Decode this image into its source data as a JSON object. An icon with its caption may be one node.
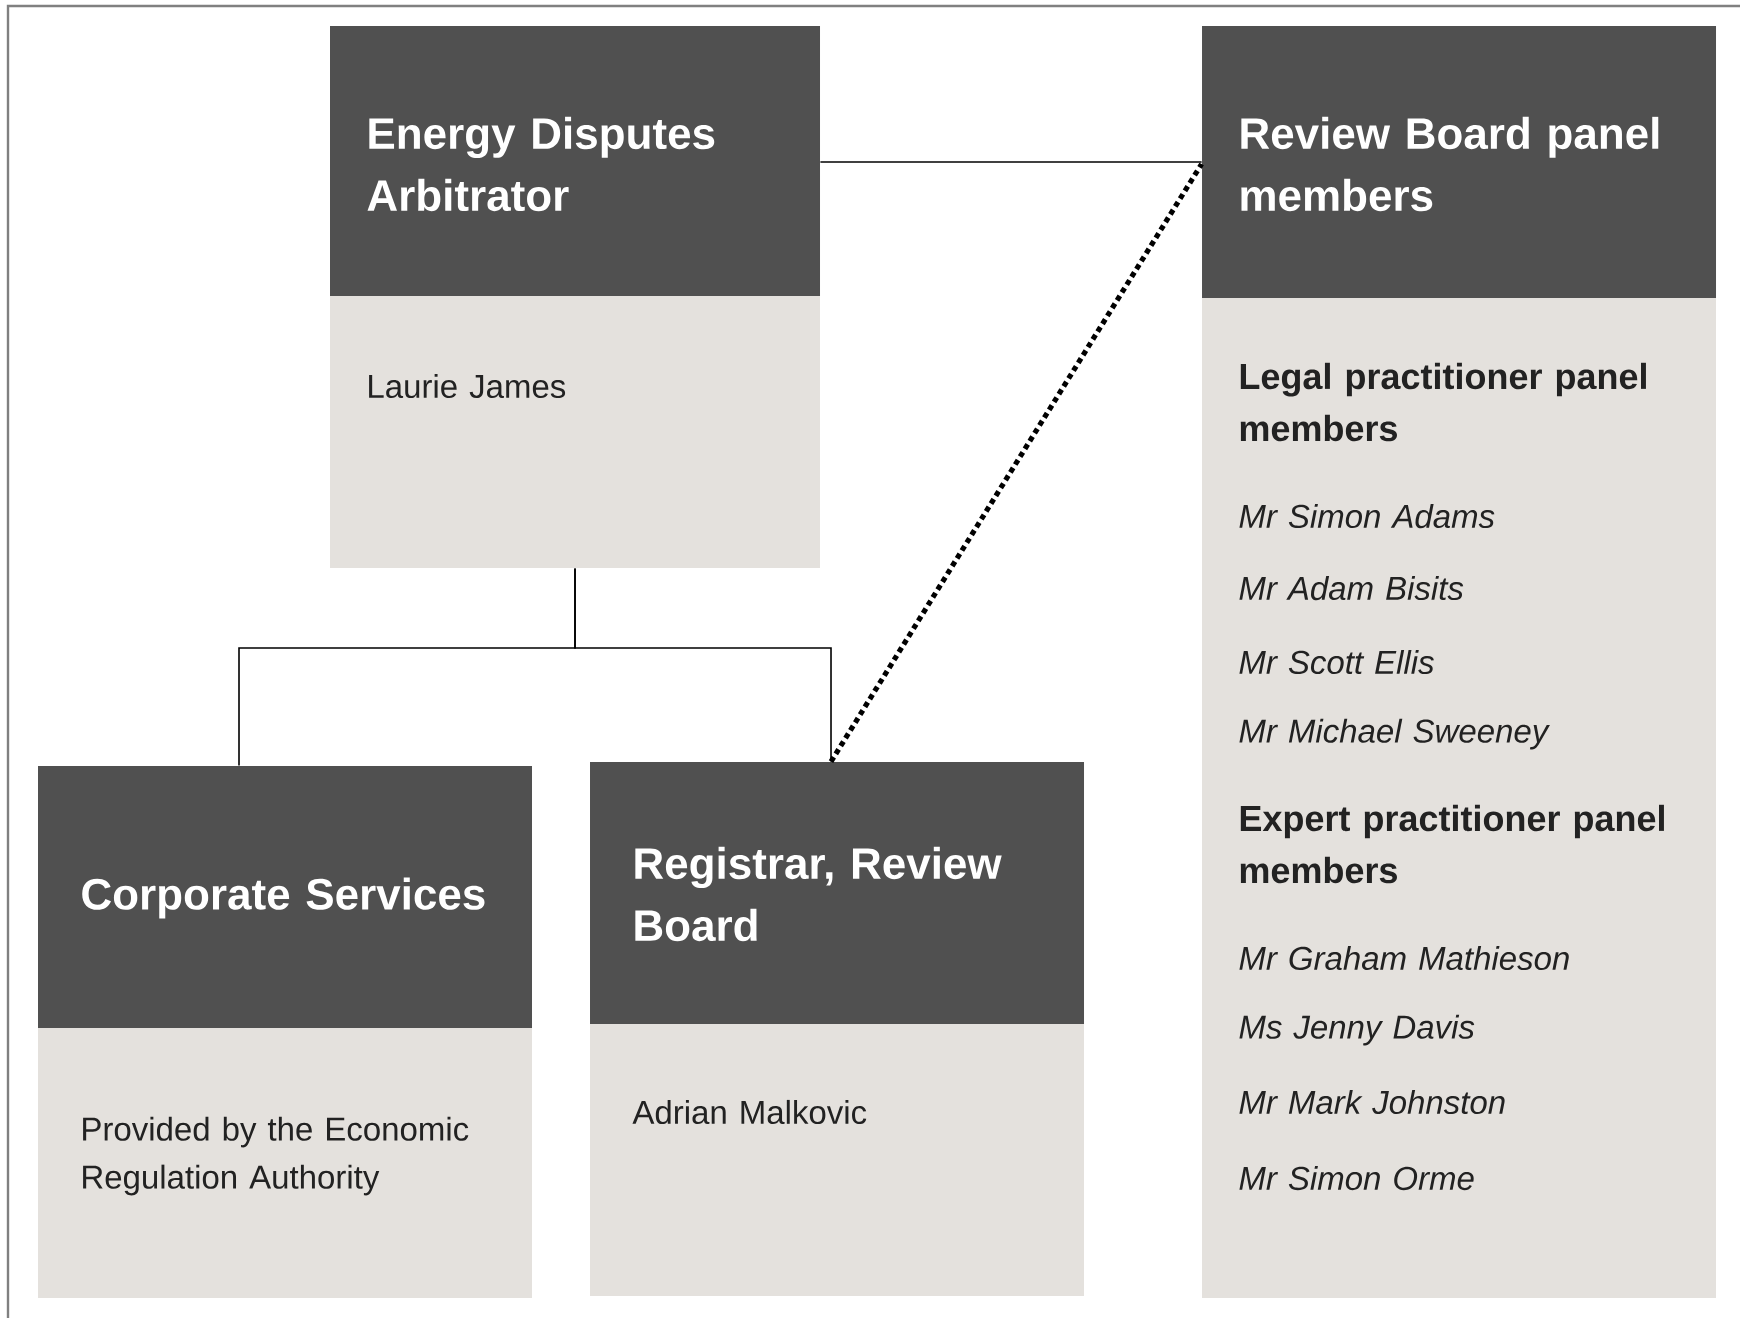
{
  "diagram": {
    "nodes": [
      {
        "text": [
          "Energy Disputes Arbitrator",
          "Laurie James"
        ]
      },
      {
        "text": [
          "Review Board panel members",
          "Legal practitioner panel members",
          "Mr Simon Adams",
          "Mr Adam Bisits",
          "Mr Scott Ellis",
          "Mr Michael Sweeney",
          "Expert practitioner panel members",
          "Mr Graham Mathieson",
          "Ms Jenny Davis",
          "Mr Mark Johnston",
          "Mr Simon Orme"
        ]
      },
      {
        "text": [
          "Corporate Services",
          "Provided by the Economic Regulation Authority"
        ]
      },
      {
        "text": [
          "Registrar, Review Board",
          "Adrian Malkovic"
        ]
      }
    ],
    "edges": [
      {
        "from": 0,
        "to": 1,
        "arrow": "none"
      },
      {
        "from": 0,
        "to": 2,
        "arrow": "none"
      },
      {
        "from": 0,
        "to": 3,
        "arrow": "none"
      },
      {
        "from": 3,
        "to": 1,
        "arrow": "none",
        "style": "dashed"
      }
    ]
  }
}
